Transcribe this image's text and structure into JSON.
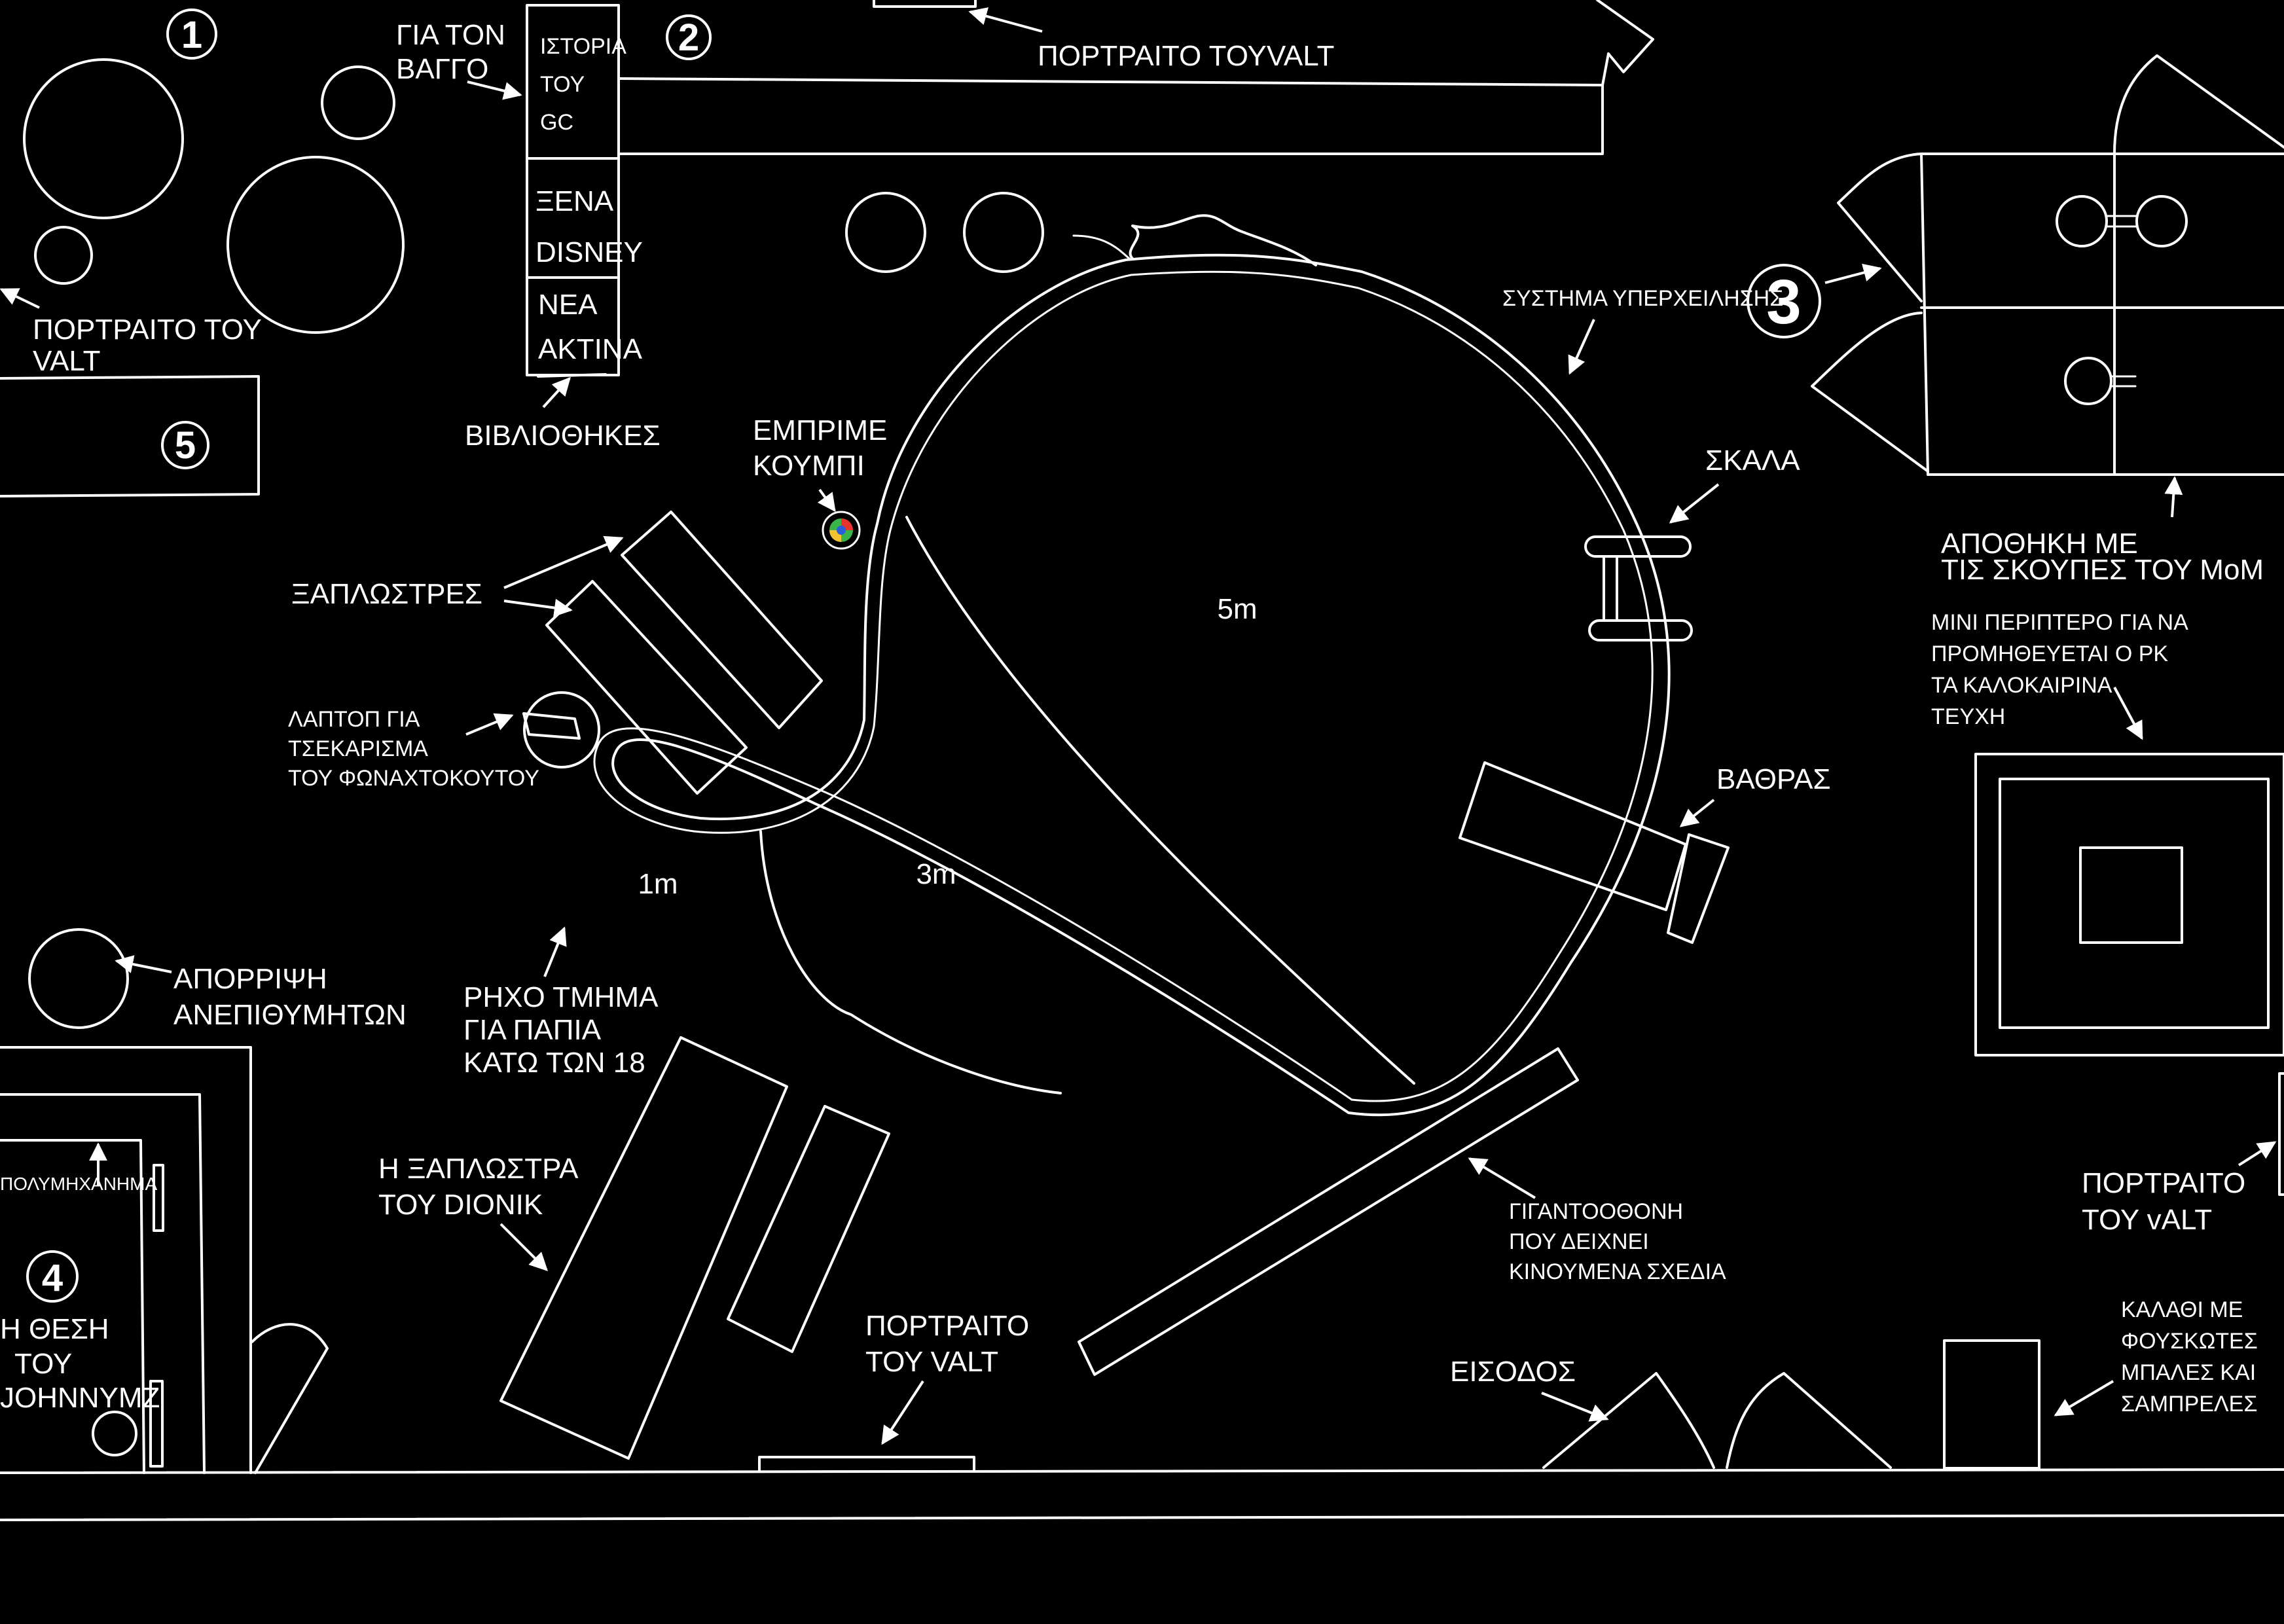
{
  "labels": {
    "gia_ton_vaggo": [
      "ΓΙΑ ΤΟΝ",
      "ΒΑΓΓΟ"
    ],
    "istoria": [
      "ΙΣΤΟΡΙΑ",
      "ΤΟΥ",
      "GC"
    ],
    "xena_disney": [
      "ΞΕΝΑ",
      "DISNEY"
    ],
    "nea_aktina": [
      "ΝΕΑ",
      "ΑΚΤΙΝΑ"
    ],
    "vivliothikes": "ΒΙΒΛΙΟΘΗΚΕΣ",
    "portraito_top": "ΠΟΡΤΡΑΙΤΟ ΤΟΥVALT",
    "portraito_left": [
      "ΠΟΡΤΡΑΙΤΟ ΤΟΥ",
      "VALT"
    ],
    "emprime_koumpi": [
      "ΕΜΠΡΙΜΕ",
      "ΚΟΥΜΠΙ"
    ],
    "xaplostres": "ΞΑΠΛΩΣΤΡΕΣ",
    "laptop": [
      "ΛΑΠΤΟΠ ΓΙΑ",
      "ΤΣΕΚΑΡΙΣΜΑ",
      "ΤΟΥ ΦΩΝΑΧΤΟΚΟΥΤΟΥ"
    ],
    "systima": "ΣΥΣΤΗΜΑ ΥΠΕΡΧΕΙΛΗΣΗΣ",
    "skala": "ΣΚΑΛΑ",
    "apothiki": [
      "ΑΠΟΘΗΚΗ ΜΕ",
      "ΤΙΣ ΣΚΟΥΠΕΣ ΤΟΥ ΜοΜ"
    ],
    "mini_periptero": [
      "ΜΙΝΙ ΠΕΡΙΠΤΕΡΟ ΓΙΑ ΝΑ",
      "ΠΡΟΜΗΘΕΥΕΤΑΙ Ο ΡΚ",
      "ΤΑ ΚΑΛΟΚΑΙΡΙΝΑ",
      "ΤΕΥΧΗ"
    ],
    "vathras": "ΒΑΘΡΑΣ",
    "aporripsi": [
      "ΑΠΟΡΡΙΨΗ",
      "ΑΝΕΠΙΘΥΜΗΤΩΝ"
    ],
    "richo": [
      "ΡΗΧΟ ΤΜΗΜΑ",
      "ΓΙΑ ΠΑΠΙΑ",
      "ΚΑΤΩ ΤΩΝ 18"
    ],
    "polymichanima": "ΠΟΛΥΜΗΧΑΝΗΜΑ",
    "xaplostra_dionik": [
      "Η ΞΑΠΛΩΣΤΡΑ",
      "ΤΟΥ DIONIK"
    ],
    "thesi_johnny": [
      "Η ΘΕΣΗ",
      "ΤΟΥ",
      "JOHNNYMZ"
    ],
    "portraito_bottom": [
      "ΠΟΡΤΡΑΙΤΟ",
      "ΤΟΥ VALT"
    ],
    "gigantoothoni": [
      "ΓΙΓΑΝΤΟΟΘΟΝΗ",
      "ΠΟΥ ΔΕΙΧΝΕΙ",
      "ΚΙΝΟΥΜΕΝΑ ΣΧΕΔΙΑ"
    ],
    "eisodos": "ΕΙΣΟΔΟΣ",
    "portraito_right": [
      "ΠΟΡΤΡΑΙΤΟ",
      "ΤΟΥ vALT"
    ],
    "kalathi": [
      "ΚΑΛΑΘΙ ΜΕ",
      "ΦΟΥΣΚΩΤΕΣ",
      "ΜΠΑΛΕΣ ΚΑΙ",
      "ΣΑΜΠΡΕΛΕΣ"
    ]
  },
  "depths": {
    "shallow": "1m",
    "mid": "3m",
    "deep": "5m"
  },
  "markers": {
    "one": "1",
    "two": "2",
    "three": "3",
    "four": "4",
    "five": "5"
  }
}
